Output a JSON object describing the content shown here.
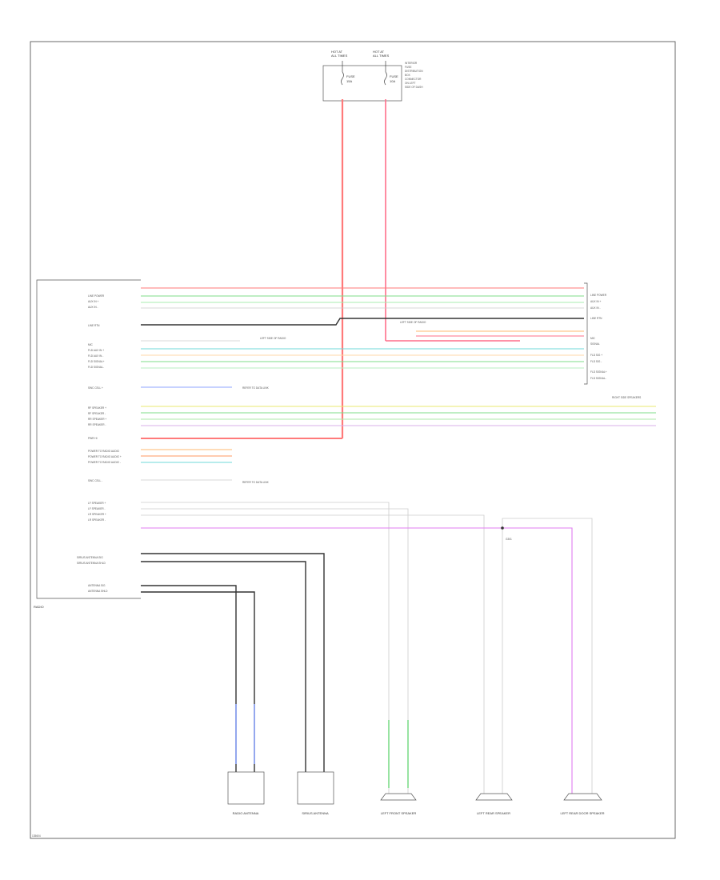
{
  "fuse_boxes": [
    {
      "id": "fuse-a",
      "header_line1": "HOT AT",
      "header_line2": "ALL TIMES",
      "fuse_label": "FUSE",
      "fuse_number": "15A"
    },
    {
      "id": "fuse-b",
      "header_line1": "HOT AT",
      "header_line2": "ALL TIMES",
      "fuse_label": "FUSE",
      "fuse_number": "10A"
    }
  ],
  "fuse_note_lines": [
    "INTERIOR",
    "FUSE",
    "DISTRIBUTION",
    "BOX",
    "CONNECTOR",
    "ON LEFT",
    "SIDE OF DASH"
  ],
  "radio_pins_left": [
    "LINE POWER",
    "AUX IN +",
    "AUX IN -",
    "",
    "LINE RTN",
    "",
    "MIC",
    "FLD AUX IN +",
    "FLD AUX IN -",
    "FLD SIGNAL+",
    "FLD SIGNAL-",
    "SWC CELL +",
    "",
    "RF SPEAKER +",
    "RF SPEAKER -",
    "RR SPEAKER +",
    "RR SPEAKER -",
    "PWR HI",
    "POWER TO RADIO AUDIO",
    "POWER TO RADIO AUDIO +",
    "POWER TO RADIO AUDIO -",
    "",
    "SWC CELL -",
    "",
    "LF SPEAKER +",
    "LF SPEAKER -",
    "LR SPEAKER +",
    "LR SPEAKER -",
    "",
    "",
    "SIRIUS ANTENNA SIG",
    "SIRIUS ANTENNA SHLD",
    "",
    "ANTENNA SIG",
    "ANTENNA SHLD"
  ],
  "radio_pins_right": [
    "LINE POWER",
    "AUX IN +",
    "AUX IN -",
    "LINE RTN",
    "MIC",
    "SIGNAL",
    "FLD SIG +",
    "FLD SIG -",
    "FLD SIGNAL+",
    "FLD SIGNAL-"
  ],
  "splice_labels": [
    "LEFT SIDE OF RADIO",
    "LEFT SIDE OF RADIO"
  ],
  "notes": [
    "REFER TO DATA LINK",
    "REFER TO DATA LINK"
  ],
  "ground_label": "G301",
  "radio_label": "RADIO",
  "components": [
    {
      "id": "radio-antenna",
      "name": "RADIO ANTENNA"
    },
    {
      "id": "sirius-antenna",
      "name": "SIRIUS ANTENNA"
    },
    {
      "id": "left-front-speaker",
      "name": "LEFT FRONT SPEAKER"
    },
    {
      "id": "left-rear-speaker",
      "name": "LEFT REAR SPEAKER"
    },
    {
      "id": "left-rear-door-speaker",
      "name": "LEFT REAR DOOR SPEAKER"
    }
  ],
  "right_side_speaker_label": "RIGHT SIDE SPEAKERS",
  "footer_id": "135604",
  "colors": {
    "frame": "#444444",
    "power_red": "#ff7a7a",
    "power_pink": "#ff6f8a",
    "green": "#7fdc8a",
    "cyan": "#6fd8d8",
    "orange": "#ffba70",
    "yellow": "#e8e870",
    "blue": "#8fa6ff",
    "magenta": "#e07cf0",
    "black": "#333333",
    "gray": "#aaaaaa"
  }
}
